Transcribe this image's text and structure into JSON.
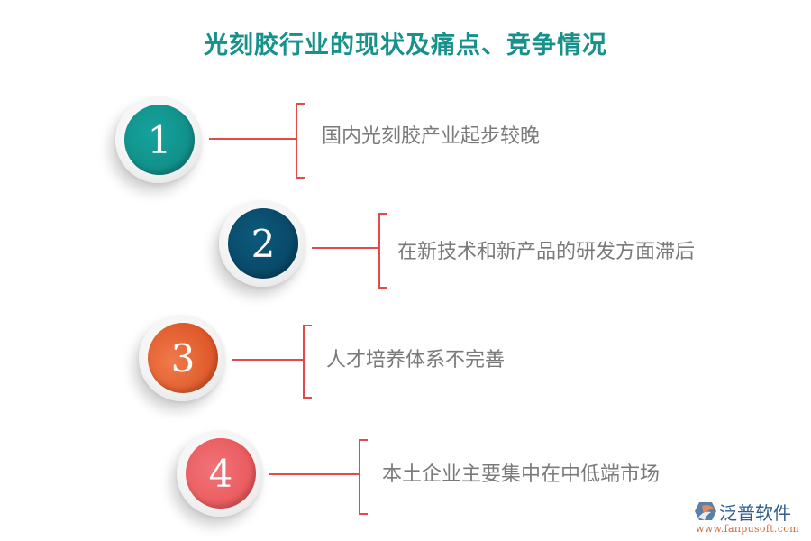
{
  "title": "光刻胶行业的现状及痛点、竞争情况",
  "colors": {
    "title": "#17918c",
    "connector": "#e24a4a",
    "text": "#7a7a7a"
  },
  "items": [
    {
      "number": "1",
      "text": "国内光刻胶产业起步较晚",
      "color": "#139791",
      "color_dark": "#0f7f7a"
    },
    {
      "number": "2",
      "text": "在新技术和新产品的研发方面滞后",
      "color": "#0a4f70",
      "color_dark": "#063c57"
    },
    {
      "number": "3",
      "text": "人才培养体系不完善",
      "color": "#ef6a3a",
      "color_dark": "#d9481c"
    },
    {
      "number": "4",
      "text": "本土企业主要集中在中低端市场",
      "color": "#ee5a5e",
      "color_dark": "#e84548"
    }
  ],
  "logo": {
    "name": "泛普软件",
    "url": "www.fanpusoft.com"
  }
}
